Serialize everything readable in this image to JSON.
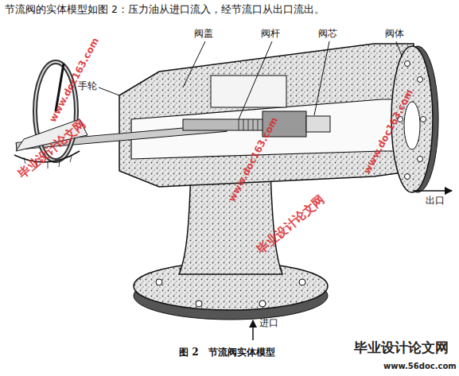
{
  "diagram": {
    "title": "节流阀的实体模型如图 2：压力油从进口流入，经节流口从出口流出。",
    "caption": "图 2　节流阀实体模型",
    "labels": [
      "手轮",
      "阀盖",
      "阀杆",
      "阀芯",
      "阀体",
      "出口",
      "进口",
      "www.doc163.com",
      "毕业设计论文网",
      "www.doc163.com",
      "毕业设计论文网",
      "www.doc163.com",
      "毕业设计论文网",
      "www.56doc.com"
    ]
  }
}
